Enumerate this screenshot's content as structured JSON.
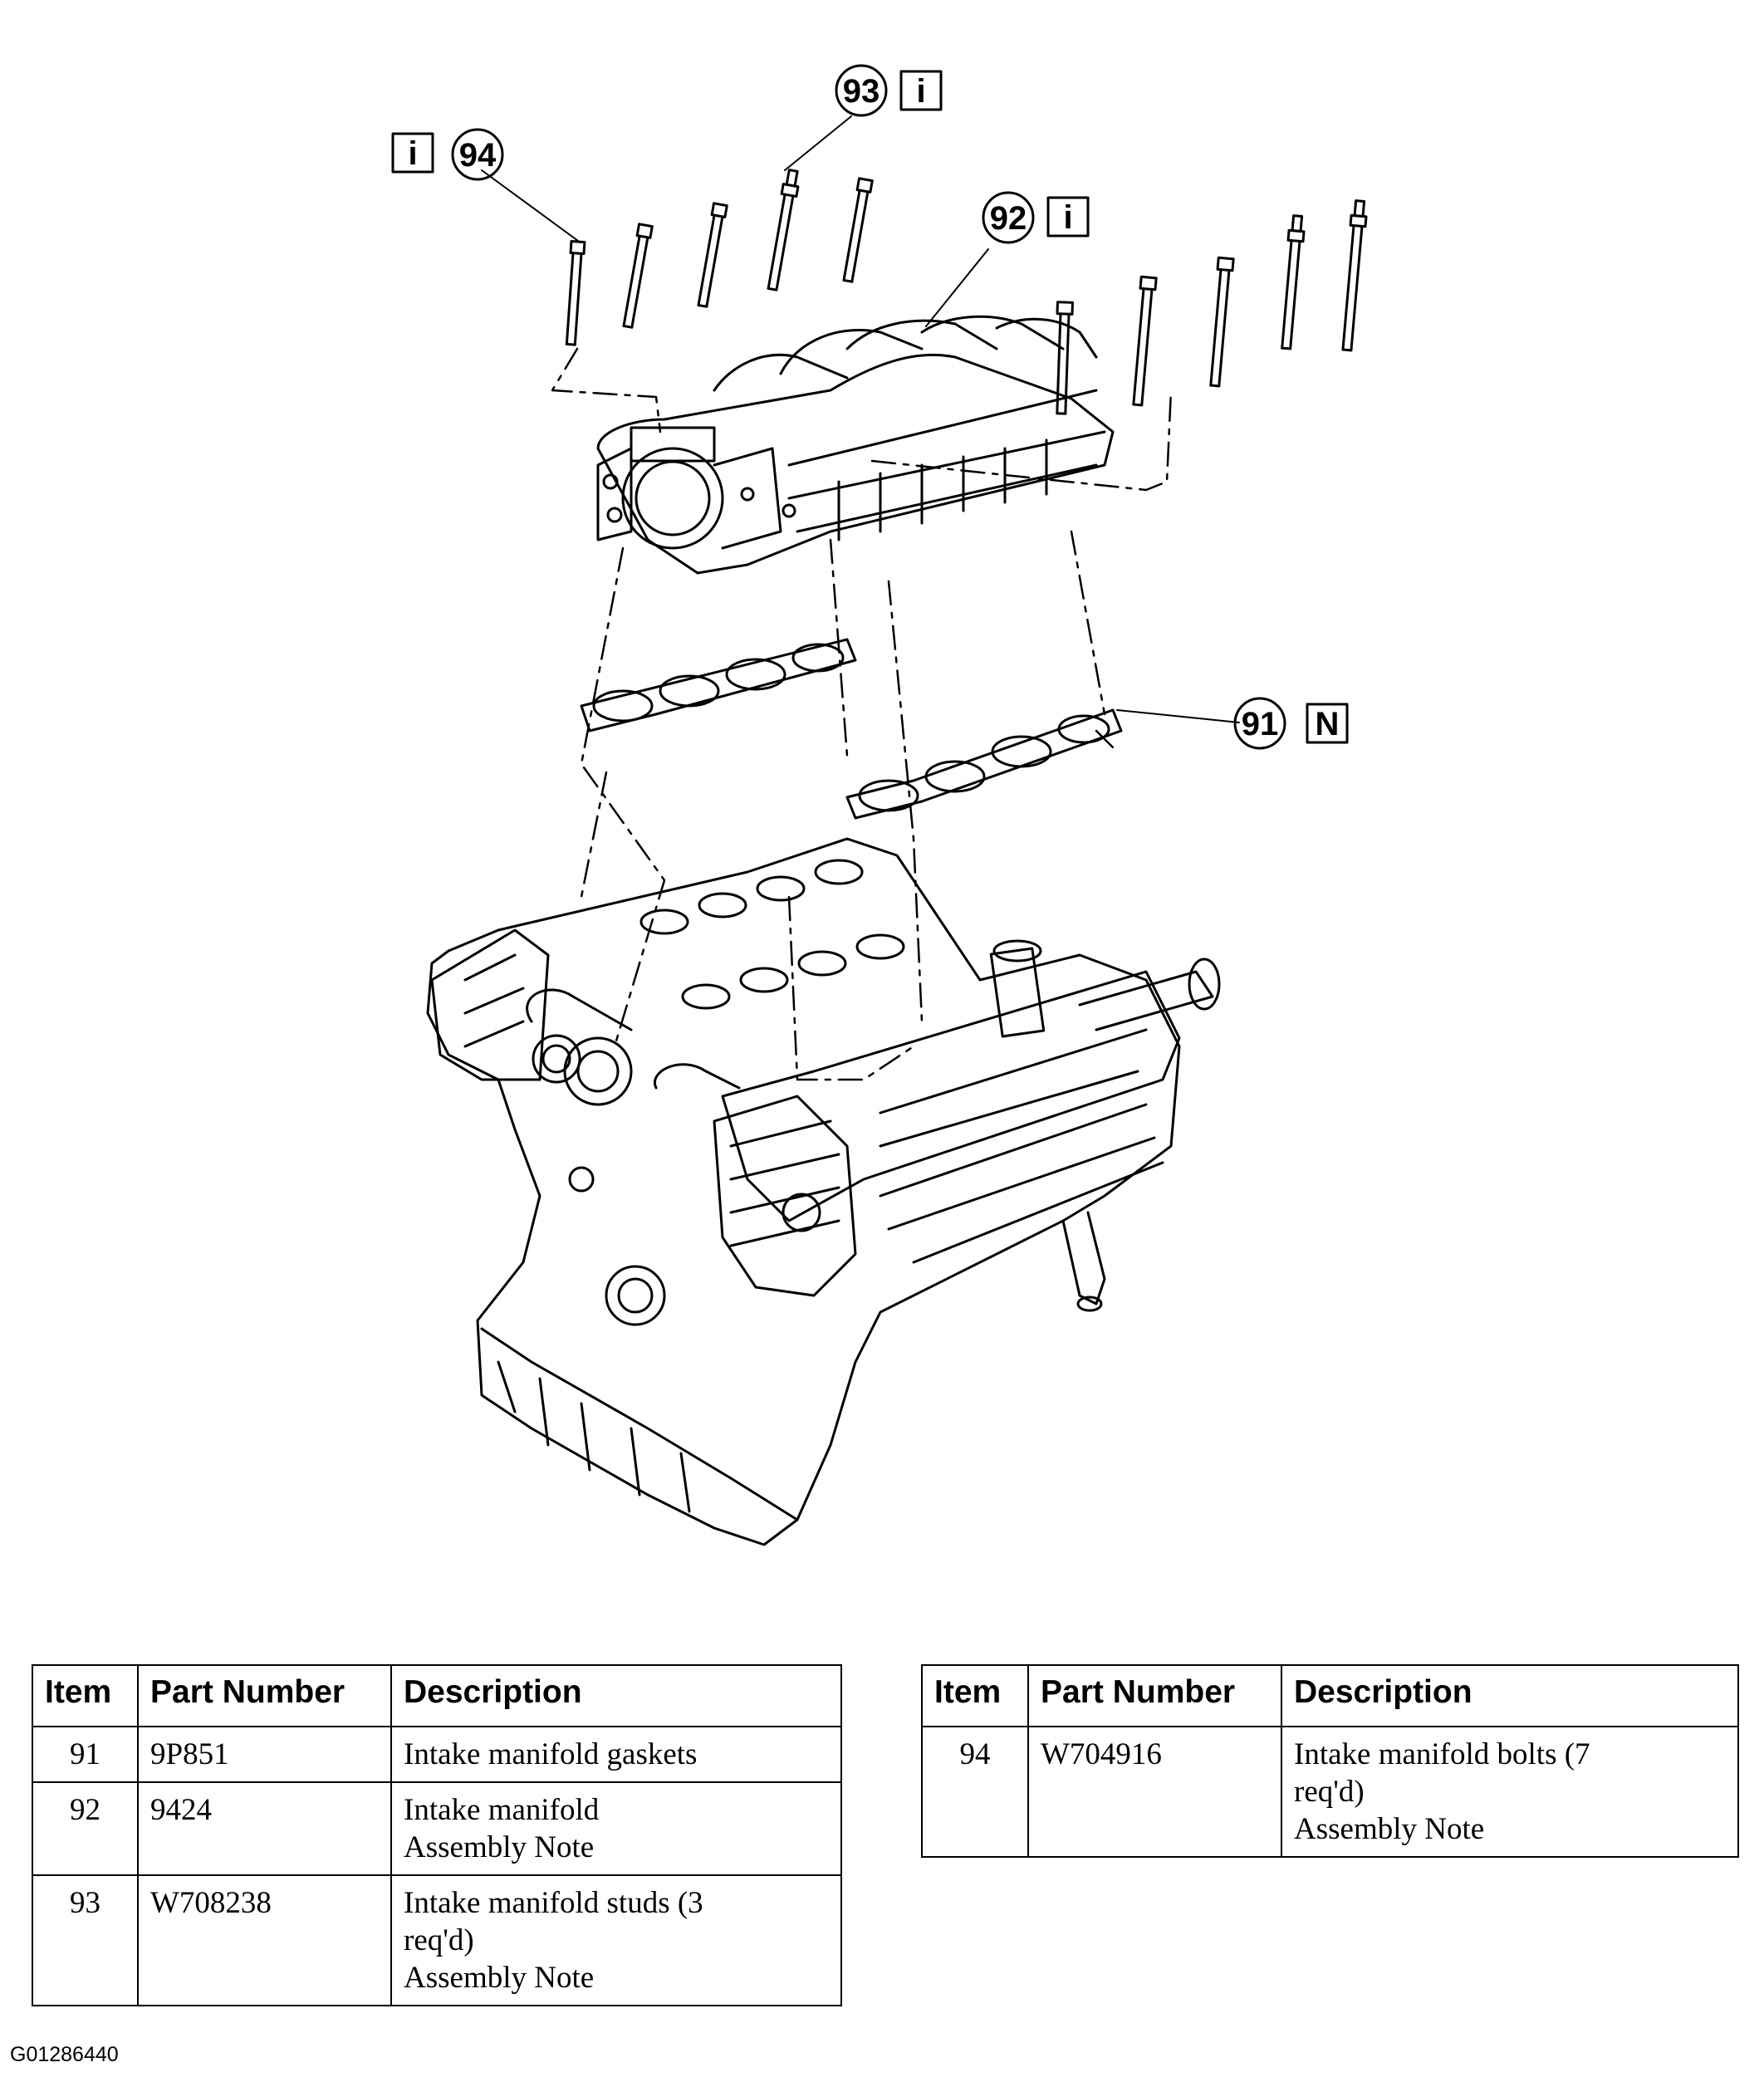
{
  "callouts": [
    {
      "number": "91",
      "badge": "N"
    },
    {
      "number": "92",
      "badge": "i"
    },
    {
      "number": "93",
      "badge": "i"
    },
    {
      "number": "94",
      "badge": "i"
    }
  ],
  "tables": {
    "headers": {
      "item": "Item",
      "part_number": "Part Number",
      "description": "Description"
    },
    "left": [
      {
        "item": "91",
        "part_number": "9P851",
        "description": [
          "Intake manifold gaskets"
        ]
      },
      {
        "item": "92",
        "part_number": "9424",
        "description": [
          "Intake manifold",
          "Assembly Note"
        ]
      },
      {
        "item": "93",
        "part_number": "W708238",
        "description": [
          "Intake manifold studs (3",
          "req'd)",
          "Assembly Note"
        ]
      }
    ],
    "right": [
      {
        "item": "94",
        "part_number": "W704916",
        "description": [
          "Intake manifold bolts (7",
          "req'd)",
          "Assembly Note"
        ]
      }
    ]
  },
  "figure_id": "G01286440"
}
